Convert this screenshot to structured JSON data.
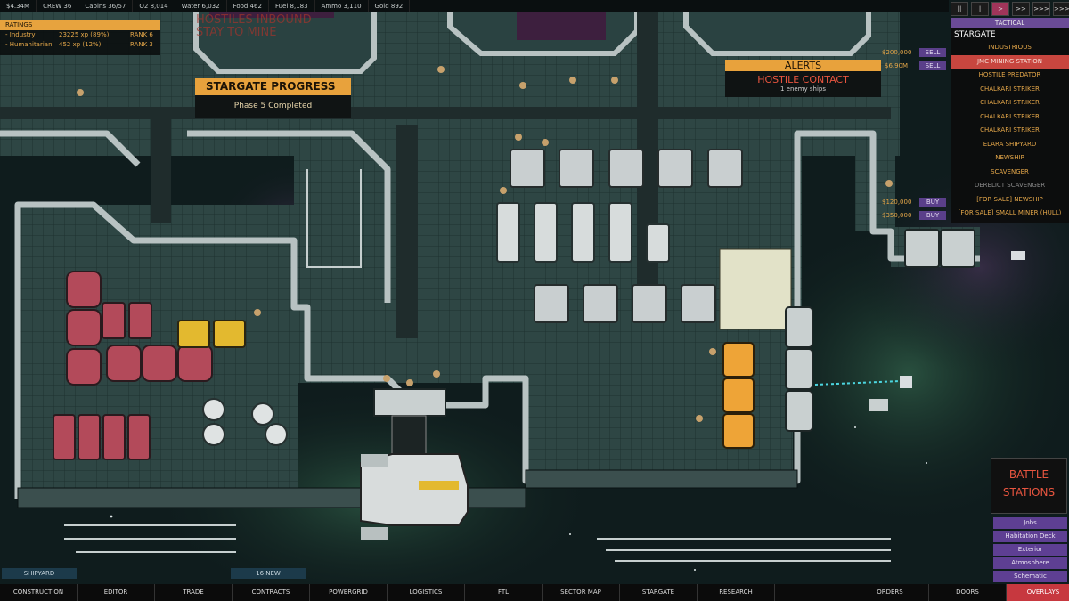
{
  "resources": {
    "money": "$4.34M",
    "crew": "CREW 36",
    "cabins": "Cabins 36/57",
    "o2": "O2 8,014",
    "water": "Water 6,032",
    "food": "Food 462",
    "fuel": "Fuel 8,183",
    "ammo": "Ammo 3,110",
    "gold": "Gold 892"
  },
  "ratings": {
    "title": "RATINGS",
    "rows": [
      {
        "name": "- Industry",
        "xp": "23225 xp (89%)",
        "rank": "RANK 6"
      },
      {
        "name": "- Humanitarian",
        "xp": "452 xp (12%)",
        "rank": "RANK 3"
      }
    ]
  },
  "background_alert": {
    "line1": "HOSTILES INBOUND",
    "line2": "STAY TO MINE"
  },
  "stargate_progress": {
    "title": "STARGATE PROGRESS",
    "status": "Phase 5 Completed"
  },
  "alerts": {
    "title": "ALERTS",
    "heading": "HOSTILE CONTACT",
    "detail": "1 enemy ships"
  },
  "trades": [
    {
      "price": "$200,000",
      "action": "SELL"
    },
    {
      "price": "$6.90M",
      "action": "SELL"
    },
    {
      "price": "$120,000",
      "action": "BUY"
    },
    {
      "price": "$350,000",
      "action": "BUY"
    }
  ],
  "speed": [
    {
      "label": "||"
    },
    {
      "label": "|"
    },
    {
      "label": ">"
    },
    {
      "label": ">>"
    },
    {
      "label": ">>>"
    },
    {
      "label": ">>>>"
    }
  ],
  "tactical": {
    "header": "TACTICAL",
    "selected": "STARGATE",
    "items": [
      {
        "label": "INDUSTRIOUS",
        "style": "normal"
      },
      {
        "label": "JMC MINING STATION",
        "style": "highlight"
      },
      {
        "label": "HOSTILE PREDATOR",
        "style": "normal"
      },
      {
        "label": "CHALKARI STRIKER",
        "style": "normal"
      },
      {
        "label": "CHALKARI STRIKER",
        "style": "normal"
      },
      {
        "label": "CHALKARI STRIKER",
        "style": "normal"
      },
      {
        "label": "CHALKARI STRIKER",
        "style": "normal"
      },
      {
        "label": "ELARA SHIPYARD",
        "style": "normal"
      },
      {
        "label": "NEWSHIP",
        "style": "normal"
      },
      {
        "label": "SCAVENGER",
        "style": "normal"
      },
      {
        "label": "DERELICT SCAVENGER",
        "style": "dim"
      },
      {
        "label": "[FOR SALE] NEWSHIP",
        "style": "normal"
      },
      {
        "label": "[FOR SALE] SMALL MINER (HULL)",
        "style": "normal"
      }
    ]
  },
  "battle_stations": {
    "line1": "BATTLE",
    "line2": "STATIONS"
  },
  "overlay_menu": [
    {
      "label": "Jobs"
    },
    {
      "label": "Habitation Deck"
    },
    {
      "label": "Exterior"
    },
    {
      "label": "Atmosphere"
    },
    {
      "label": "Schematic"
    }
  ],
  "bottom_tabs": {
    "left": "SHIPYARD",
    "right": "16 NEW"
  },
  "bottom_bar": [
    {
      "label": "CONSTRUCTION"
    },
    {
      "label": "EDITOR"
    },
    {
      "label": "TRADE"
    },
    {
      "label": "CONTRACTS"
    },
    {
      "label": "POWERGRID"
    },
    {
      "label": "LOGISTICS"
    },
    {
      "label": "FTL"
    },
    {
      "label": "SECTOR MAP"
    },
    {
      "label": "STARGATE"
    },
    {
      "label": "RESEARCH"
    },
    {
      "label": "ORDERS"
    },
    {
      "label": "DOORS"
    },
    {
      "label": "OVERLAYS"
    }
  ],
  "colors": {
    "accent": "#e8a23c",
    "alert_red": "#e8553f",
    "menu_purple": "#5e3f93",
    "highlight_red": "#c7383f"
  }
}
